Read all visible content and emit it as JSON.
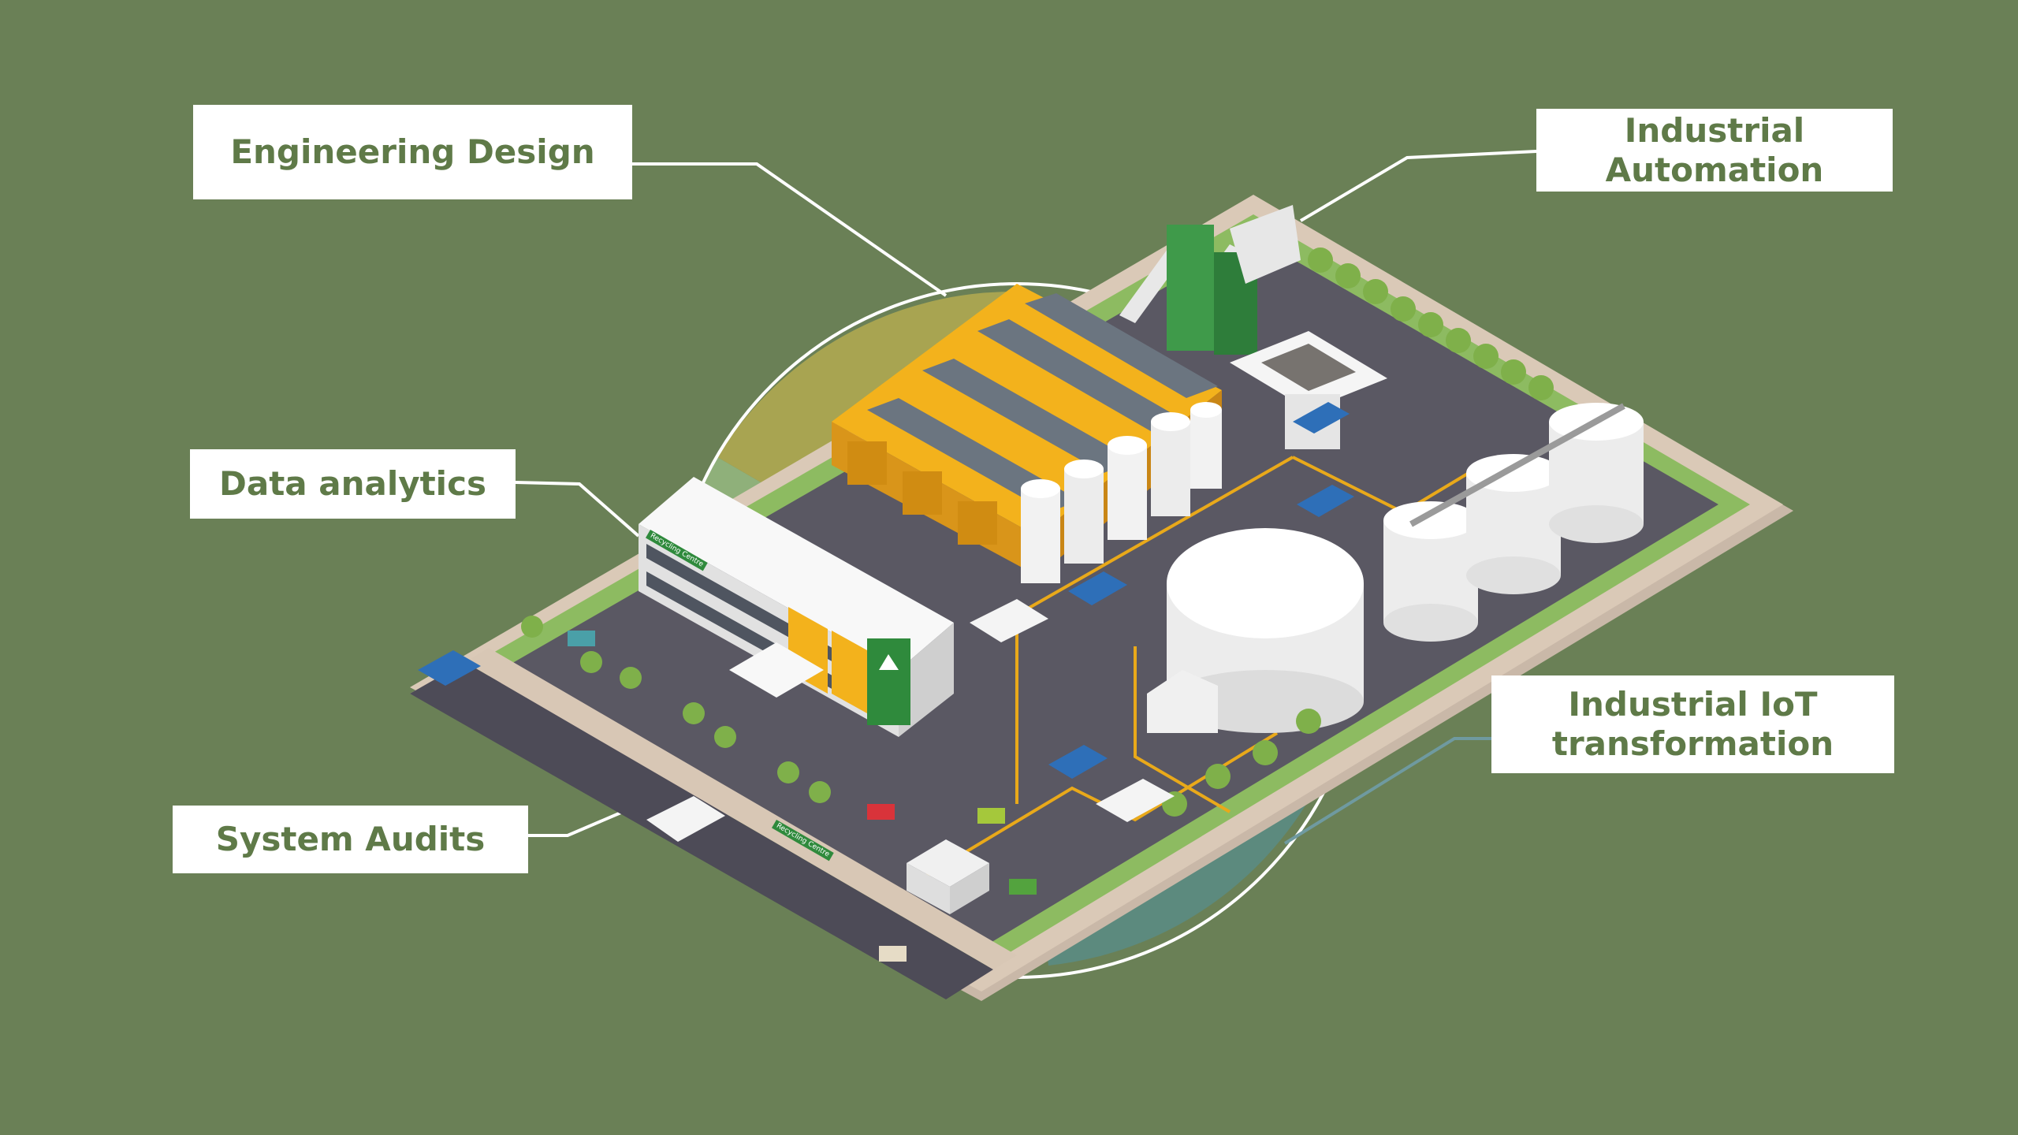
{
  "labels": {
    "engineering_design": "Engineering Design",
    "industrial_automation_line1": "Industrial",
    "industrial_automation_line2": "Automation",
    "data_analytics": "Data analytics",
    "industrial_iot_line1": "Industrial IoT",
    "industrial_iot_line2": "transformation",
    "system_audits": "System Audits"
  },
  "colors": {
    "background": "#6a8056",
    "label_text": "#5f7a48",
    "label_box": "#ffffff",
    "roof": "#f3b21c",
    "segment_engineering": "#a8a451",
    "segment_iot": "#5c8a7e"
  },
  "signs": {
    "recycling_centre": "Recycling Centre"
  }
}
